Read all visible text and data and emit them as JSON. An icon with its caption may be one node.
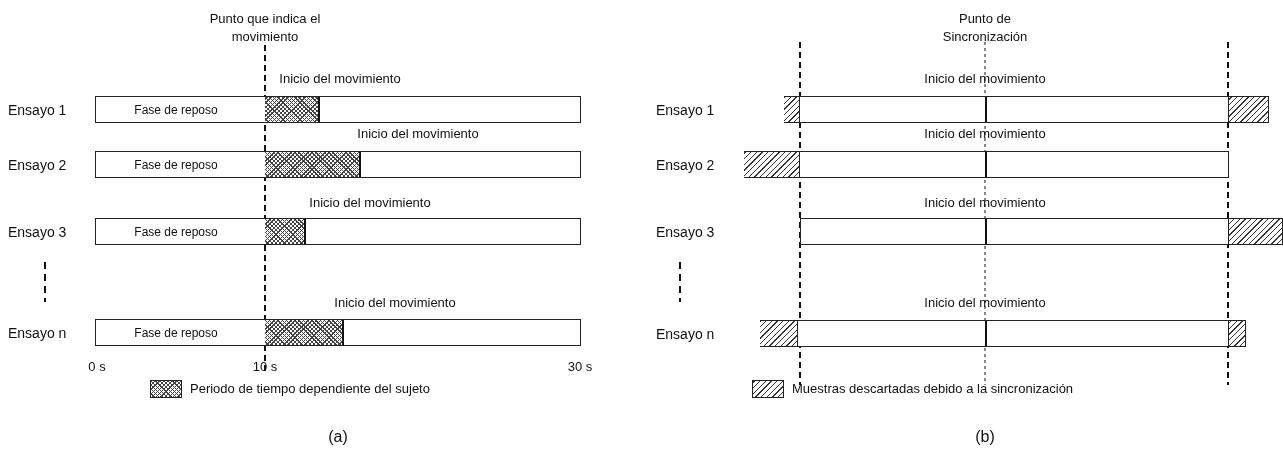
{
  "diagram": {
    "nodes": [
      {
        "text": [
          "Fase de reposo"
        ]
      },
      {
        "text": [
          "Fase de reposo"
        ]
      },
      {
        "text": [
          "Fase de reposo"
        ]
      },
      {
        "text": [
          "Fase de reposo"
        ]
      },
      {
        "text": [],
        "shape": "bar"
      },
      {
        "text": [],
        "shape": "bar"
      },
      {
        "text": [],
        "shape": "bar"
      },
      {
        "text": [],
        "shape": "bar"
      },
      {
        "text": [],
        "shape": "box",
        "in": 0
      },
      {
        "text": [],
        "shape": "box",
        "in": 1
      },
      {
        "text": [],
        "shape": "box",
        "in": 2
      },
      {
        "text": [],
        "shape": "box",
        "in": 3
      },
      {
        "text": [],
        "shape": "box",
        "in": 4
      },
      {
        "text": [],
        "shape": "box",
        "in": 4
      },
      {
        "text": [],
        "shape": "box",
        "in": 5
      },
      {
        "text": [],
        "shape": "box",
        "in": 6
      },
      {
        "text": [],
        "shape": "box",
        "in": 7
      },
      {
        "text": [],
        "shape": "box",
        "in": 7
      }
    ],
    "labels": [
      "Punto que indica el movimiento",
      "Punto de Sincronización",
      "Inicio del movimiento",
      "Inicio del movimiento",
      "Ensayo 1",
      "Ensayo 1",
      "Inicio del movimiento",
      "Inicio del movimiento",
      "Ensayo 2",
      "Ensayo 2",
      "Inicio del movimiento",
      "Inicio del movimiento",
      "Ensayo 3",
      "Ensayo 3",
      "Inicio del movimiento",
      "Inicio del movimiento",
      "Ensayo n",
      "Ensayo n",
      "0 s",
      "10 s",
      "30 s",
      "(a)",
      "(b)"
    ],
    "legend": [
      {
        "text": "Periodo de tiempo dependiente del sujeto"
      },
      {
        "text": "Muestras descartadas debido a la sincronización"
      }
    ]
  }
}
